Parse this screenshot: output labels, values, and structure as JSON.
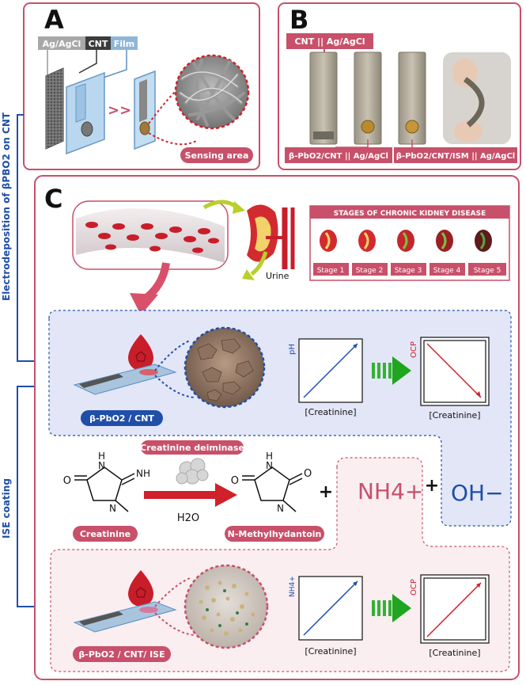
{
  "panels": {
    "a": {
      "letter": "A",
      "legend": [
        "Ag/AgCl",
        "CNT",
        "Film"
      ],
      "arrows": ">>",
      "sensing_area": "Sensing area"
    },
    "b": {
      "letter": "B",
      "electrode1": "CNT || Ag/AgCl",
      "electrode2": "β-PbO2/CNT || Ag/AgCl",
      "electrode3": "β-PbO2/CNT/ISM || Ag/AgCl"
    },
    "c": {
      "letter": "C",
      "urine": "Urine",
      "ckd_title": "STAGES OF CHRONIC KIDNEY DISEASE",
      "stages": [
        "Stage 1",
        "Stage 2",
        "Stage 3",
        "Stage 4",
        "Stage 5"
      ],
      "sensor1": "β-PbO2 / CNT",
      "sensor2": "β-PbO2 / CNT/ ISE",
      "graph_ph_y": "pH",
      "graph_nh4_y": "NH4+",
      "graph_ocp_y": "OCP",
      "graph_x": "[Creatinine]",
      "enzyme": "Creatinine deiminase",
      "water": "H2O",
      "creatinine": "Creatinine",
      "product": "N-Methylhydantoin",
      "ammonium": "NH4+",
      "hydroxide": "OH−",
      "plus": "+",
      "nh_label": "NH",
      "h_label": "H",
      "o_label": "O",
      "n_label": "N"
    }
  },
  "side_labels": {
    "top": "Electrodeposition of βPBO2 on CNT",
    "bottom": "ISE coating"
  },
  "colors": {
    "accent": "#c8506a",
    "accent_dark": "#b03a55",
    "blue": "#1f4fa8",
    "ocp_red": "#d0202a",
    "green": "#33b233",
    "blue_bg": "#e3e6f7"
  }
}
